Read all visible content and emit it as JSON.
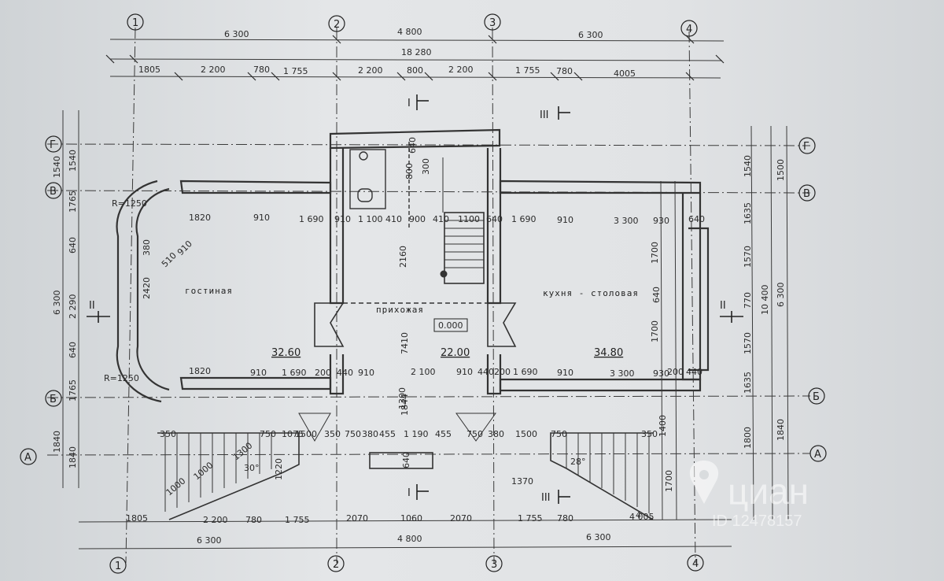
{
  "plan": {
    "axes_numeric": [
      "1",
      "2",
      "3",
      "4"
    ],
    "axes_letter": [
      "Г",
      "В",
      "Б",
      "А"
    ],
    "top_spans": [
      "6 300",
      "4 800",
      "6 300"
    ],
    "top_total": "18 280",
    "top_detail": [
      "1805",
      "2 200",
      "780",
      "1 755",
      "2 200",
      "800",
      "2 200",
      "1 755",
      "780",
      "4005"
    ],
    "bottom_detail": [
      "1805",
      "2 200",
      "780",
      "1 755",
      "2070",
      "1060",
      "2070",
      "1 755",
      "780",
      "4 005"
    ],
    "bottom_spans": [
      "6 300",
      "4 800",
      "6 300"
    ],
    "left_outer": [
      "1540",
      "1765",
      "640",
      "2 290",
      "640",
      "1765",
      "1840",
      "1840"
    ],
    "left_total": "6 300",
    "right_inner": [
      "1540",
      "1635",
      "1570",
      "770",
      "1570",
      "1635",
      "1800",
      "1700"
    ],
    "right_outer": [
      "1500",
      "10 400",
      "6 300",
      "1840"
    ],
    "inner_row_top": [
      "1820",
      "910",
      "1 690",
      "910",
      "1 100",
      "410",
      "900",
      "410",
      "1100",
      "640",
      "1 690",
      "910",
      "3 300",
      "930",
      "640"
    ],
    "inner_row_bottom": [
      "1820",
      "910",
      "1 690",
      "200",
      "440",
      "910",
      "2 100",
      "910",
      "440",
      "200",
      "1 690",
      "910",
      "3 300",
      "930",
      "200",
      "440"
    ],
    "stair_row": [
      "350",
      "750",
      "1075",
      "1500",
      "350",
      "750",
      "380",
      "455",
      "1 190",
      "455",
      "750",
      "380",
      "1500",
      "750",
      "350",
      "1400"
    ],
    "radius_top": "R=1250",
    "radius_bottom": "R=1250",
    "section_marks": [
      "I",
      "I",
      "II",
      "II",
      "III",
      "III"
    ],
    "rooms": {
      "living": {
        "name": "гостиная",
        "area": "32.60"
      },
      "hall": {
        "name": "прихожая",
        "area": "22.00",
        "level": "0.000"
      },
      "kitchen": {
        "name": "кухня - столовая",
        "area": "34.80"
      }
    },
    "misc_dims": [
      "640",
      "2160",
      "800",
      "300",
      "2420",
      "380",
      "510",
      "910",
      "1500",
      "1300",
      "7410",
      "1844",
      "1700",
      "1700",
      "640",
      "4",
      "1000",
      "1000",
      "1300",
      "30°",
      "28°",
      "1370",
      "1220",
      "640"
    ]
  },
  "watermark": {
    "brand": "циан",
    "id": "ID 12478157",
    "icon": "location-pin-icon"
  },
  "colors": {
    "paper": "#e1e3e5",
    "ink": "#2a2a2a",
    "wall": "#3a3a3a"
  }
}
